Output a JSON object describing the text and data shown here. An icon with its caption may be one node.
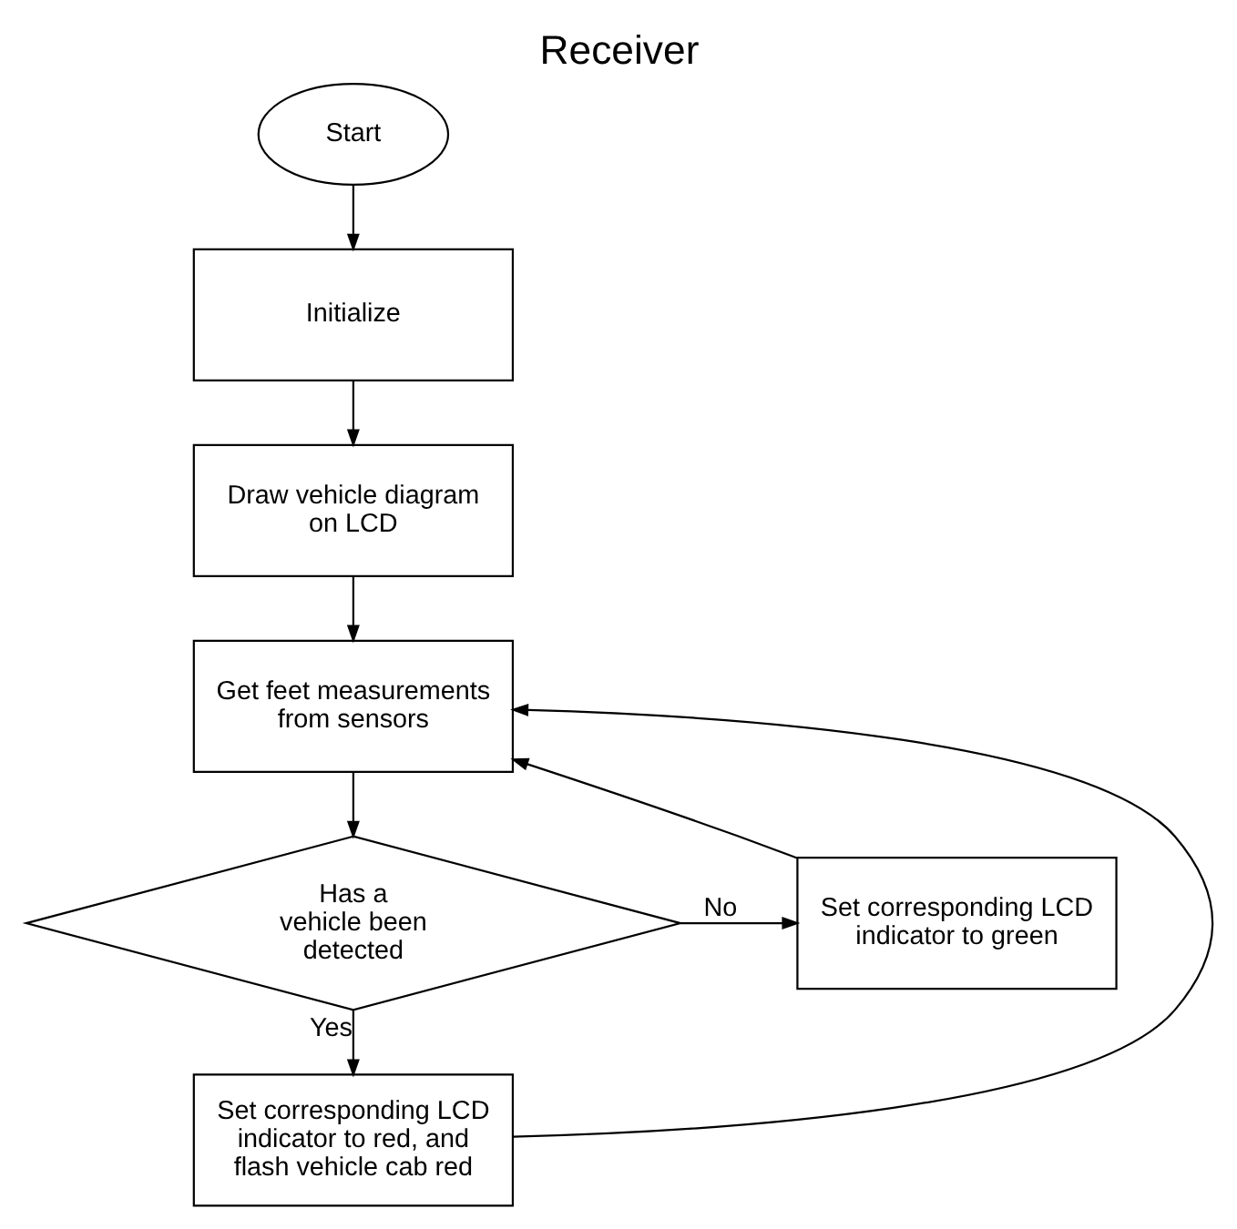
{
  "diagram": {
    "title": "Receiver",
    "nodes": [
      {
        "text": [
          "Start"
        ]
      },
      {
        "text": [
          "Initialize"
        ]
      },
      {
        "text": [
          "Draw vehicle diagram on LCD"
        ]
      },
      {
        "text": [
          "Get feet measurements from sensors"
        ]
      },
      {
        "text": [
          "Has a vehicle been detected"
        ]
      },
      {
        "text": [
          "Set corresponding LCD indicator to green"
        ]
      },
      {
        "text": [
          "Set corresponding LCD indicator to red, and flash vehicle cab red"
        ]
      }
    ],
    "edges": [
      {
        "from": 0,
        "to": 1,
        "arrow": "to"
      },
      {
        "from": 1,
        "to": 2,
        "arrow": "to"
      },
      {
        "from": 2,
        "to": 3,
        "arrow": "to"
      },
      {
        "from": 3,
        "to": 4,
        "arrow": "to"
      },
      {
        "from": 4,
        "to": 5,
        "arrow": "to",
        "label": "No"
      },
      {
        "from": 4,
        "to": 6,
        "arrow": "to",
        "label": "Yes"
      },
      {
        "from": 5,
        "to": 3,
        "arrow": "to"
      },
      {
        "from": 6,
        "to": 3,
        "arrow": "to"
      }
    ]
  }
}
